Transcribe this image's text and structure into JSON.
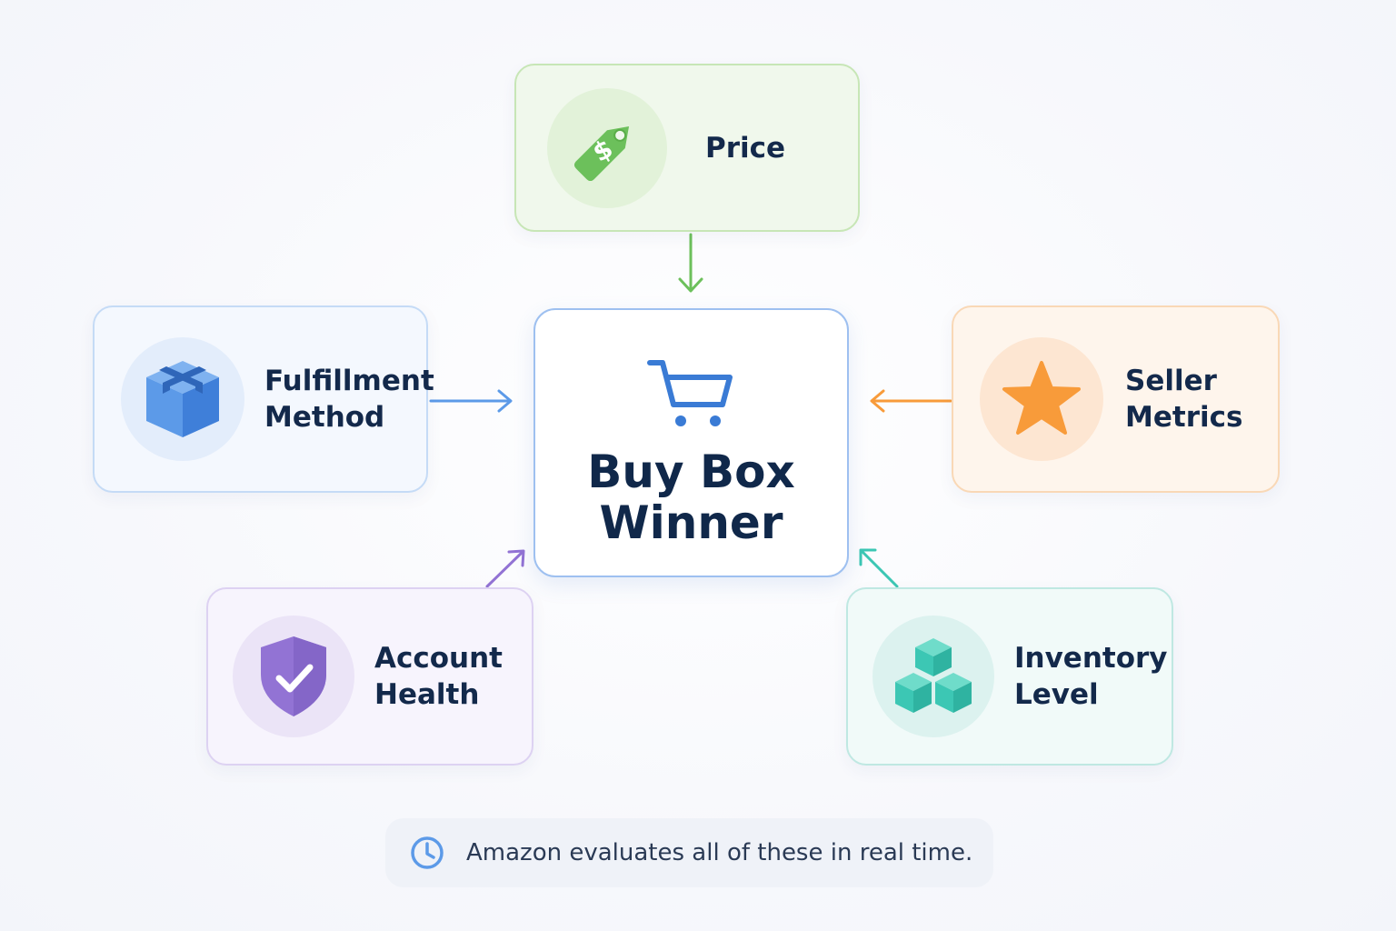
{
  "center": {
    "title": "Buy Box\nWinner",
    "icon": "shopping-cart-icon"
  },
  "factors": [
    {
      "id": "price",
      "label": "Price",
      "icon": "price-tag-icon",
      "color": "#6cc05b"
    },
    {
      "id": "fulfillment",
      "label": "Fulfillment\nMethod",
      "icon": "box-icon",
      "color": "#4a8ee6"
    },
    {
      "id": "seller",
      "label": "Seller\nMetrics",
      "icon": "star-icon",
      "color": "#f89b3a"
    },
    {
      "id": "account",
      "label": "Account\nHealth",
      "icon": "shield-check-icon",
      "color": "#9273d4"
    },
    {
      "id": "inventory",
      "label": "Inventory\nLevel",
      "icon": "stacked-cubes-icon",
      "color": "#3cc7b4"
    }
  ],
  "footer": {
    "text": "Amazon evaluates all of these in real time.",
    "icon": "clock-icon"
  }
}
